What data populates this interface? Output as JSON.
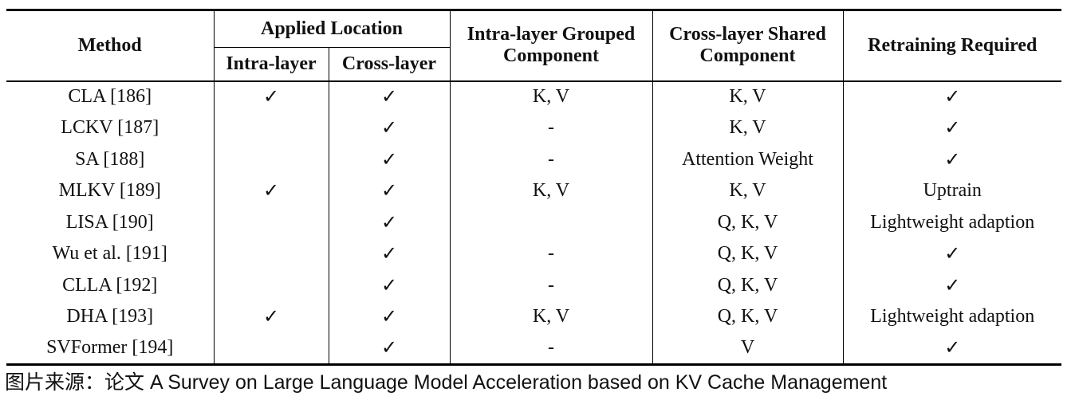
{
  "header": {
    "method": "Method",
    "applied_location": "Applied Location",
    "intra_layer": "Intra-layer",
    "cross_layer": "Cross-layer",
    "intra_grouped": "Intra-layer Grouped Component",
    "cross_shared": "Cross-layer Shared Component",
    "retraining": "Retraining Required"
  },
  "check_glyph": "✓",
  "rows": [
    {
      "method": "CLA [186]",
      "intra": "✓",
      "cross": "✓",
      "grouped": "K, V",
      "shared": "K, V",
      "retraining": "✓"
    },
    {
      "method": "LCKV [187]",
      "intra": "",
      "cross": "✓",
      "grouped": "-",
      "shared": "K, V",
      "retraining": "✓"
    },
    {
      "method": "SA [188]",
      "intra": "",
      "cross": "✓",
      "grouped": "-",
      "shared": "Attention Weight",
      "retraining": "✓"
    },
    {
      "method": "MLKV [189]",
      "intra": "✓",
      "cross": "✓",
      "grouped": "K, V",
      "shared": "K, V",
      "retraining": "Uptrain"
    },
    {
      "method": "LISA [190]",
      "intra": "",
      "cross": "✓",
      "grouped": "",
      "shared": "Q, K, V",
      "retraining": "Lightweight adaption"
    },
    {
      "method": "Wu et al. [191]",
      "intra": "",
      "cross": "✓",
      "grouped": "-",
      "shared": "Q, K, V",
      "retraining": "✓"
    },
    {
      "method": "CLLA [192]",
      "intra": "",
      "cross": "✓",
      "grouped": "-",
      "shared": "Q, K, V",
      "retraining": "✓"
    },
    {
      "method": "DHA [193]",
      "intra": "✓",
      "cross": "✓",
      "grouped": "K, V",
      "shared": "Q, K, V",
      "retraining": "Lightweight adaption"
    },
    {
      "method": "SVFormer [194]",
      "intra": "",
      "cross": "✓",
      "grouped": "-",
      "shared": "V",
      "retraining": "✓"
    }
  ],
  "caption": "图片来源：论文 A Survey on Large Language Model Acceleration based on KV Cache Management",
  "colors": {
    "text": "#111111",
    "background": "#ffffff",
    "rule": "#000000"
  }
}
